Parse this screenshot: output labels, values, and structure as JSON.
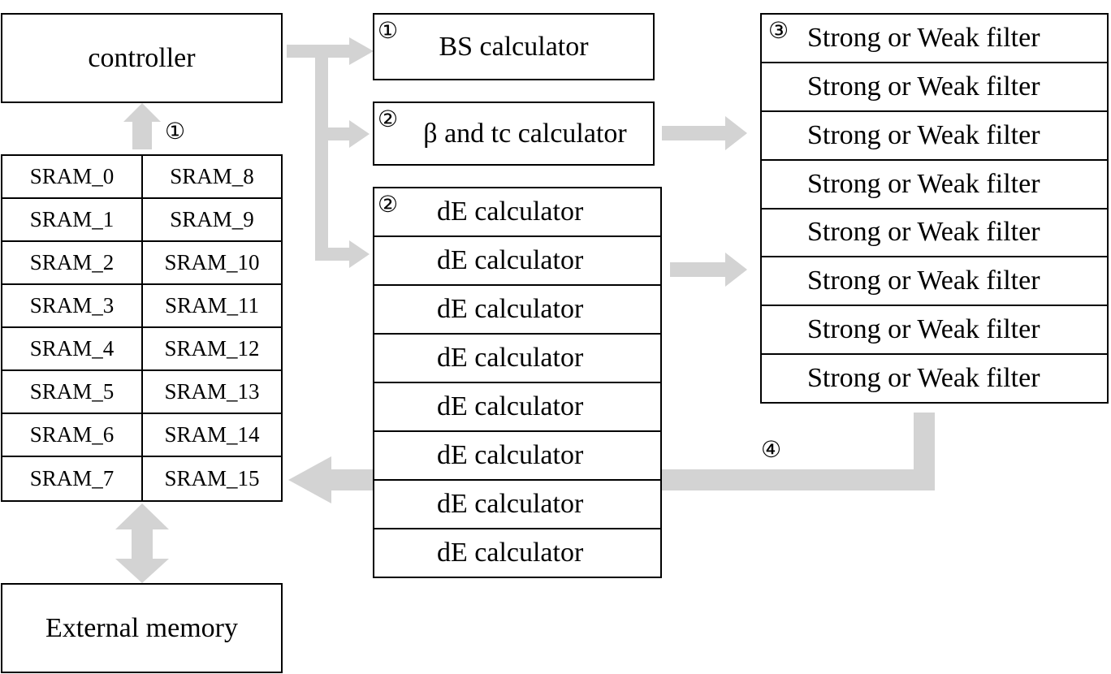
{
  "controller": {
    "label": "controller"
  },
  "external_memory": {
    "label": "External memory"
  },
  "sram": {
    "left": [
      "SRAM_0",
      "SRAM_1",
      "SRAM_2",
      "SRAM_3",
      "SRAM_4",
      "SRAM_5",
      "SRAM_6",
      "SRAM_7"
    ],
    "right": [
      "SRAM_8",
      "SRAM_9",
      "SRAM_10",
      "SRAM_11",
      "SRAM_12",
      "SRAM_13",
      "SRAM_14",
      "SRAM_15"
    ]
  },
  "bs_calculator": {
    "marker": "①",
    "label": "BS calculator"
  },
  "beta_tc_calculator": {
    "marker": "②",
    "label": "β and tc calculator"
  },
  "de_calculators": {
    "marker": "②",
    "items": [
      "dE calculator",
      "dE calculator",
      "dE calculator",
      "dE calculator",
      "dE calculator",
      "dE calculator",
      "dE calculator",
      "dE calculator"
    ]
  },
  "filters": {
    "marker": "③",
    "items": [
      "Strong or Weak filter",
      "Strong or Weak filter",
      "Strong or Weak filter",
      "Strong or Weak filter",
      "Strong or Weak filter",
      "Strong or Weak filter",
      "Strong or Weak filter",
      "Strong or Weak filter"
    ]
  },
  "step_markers": {
    "controller_arrow": "①",
    "writeback_arrow": "④"
  },
  "colors": {
    "arrow": "#d3d3d3",
    "border": "#000000"
  }
}
